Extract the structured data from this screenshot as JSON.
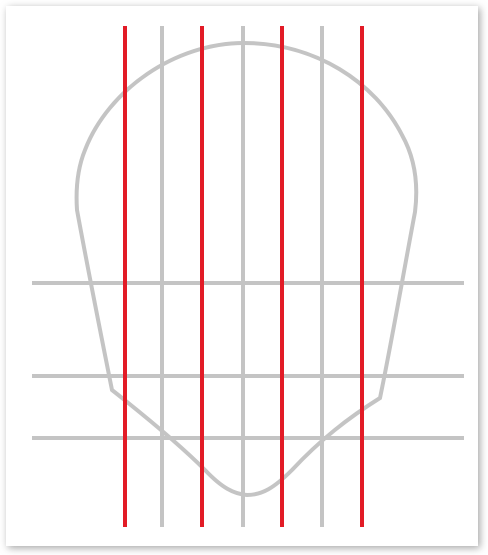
{
  "diagram": {
    "subject": "face-proportion-guide",
    "colors": {
      "background": "#ffffff",
      "frame_shadow": "#b8b8b8",
      "guide_gray": "#c4c4c4",
      "guide_red": "#e21b26"
    },
    "vertical_guides": [
      {
        "id": "v1",
        "color": "red"
      },
      {
        "id": "v2",
        "color": "gray"
      },
      {
        "id": "v3",
        "color": "red"
      },
      {
        "id": "v4",
        "color": "gray"
      },
      {
        "id": "v5",
        "color": "red"
      },
      {
        "id": "v6",
        "color": "gray"
      },
      {
        "id": "v7",
        "color": "red"
      }
    ],
    "horizontal_guides": [
      {
        "id": "h1",
        "color": "gray"
      },
      {
        "id": "h2",
        "color": "gray"
      },
      {
        "id": "h3",
        "color": "gray"
      }
    ]
  }
}
